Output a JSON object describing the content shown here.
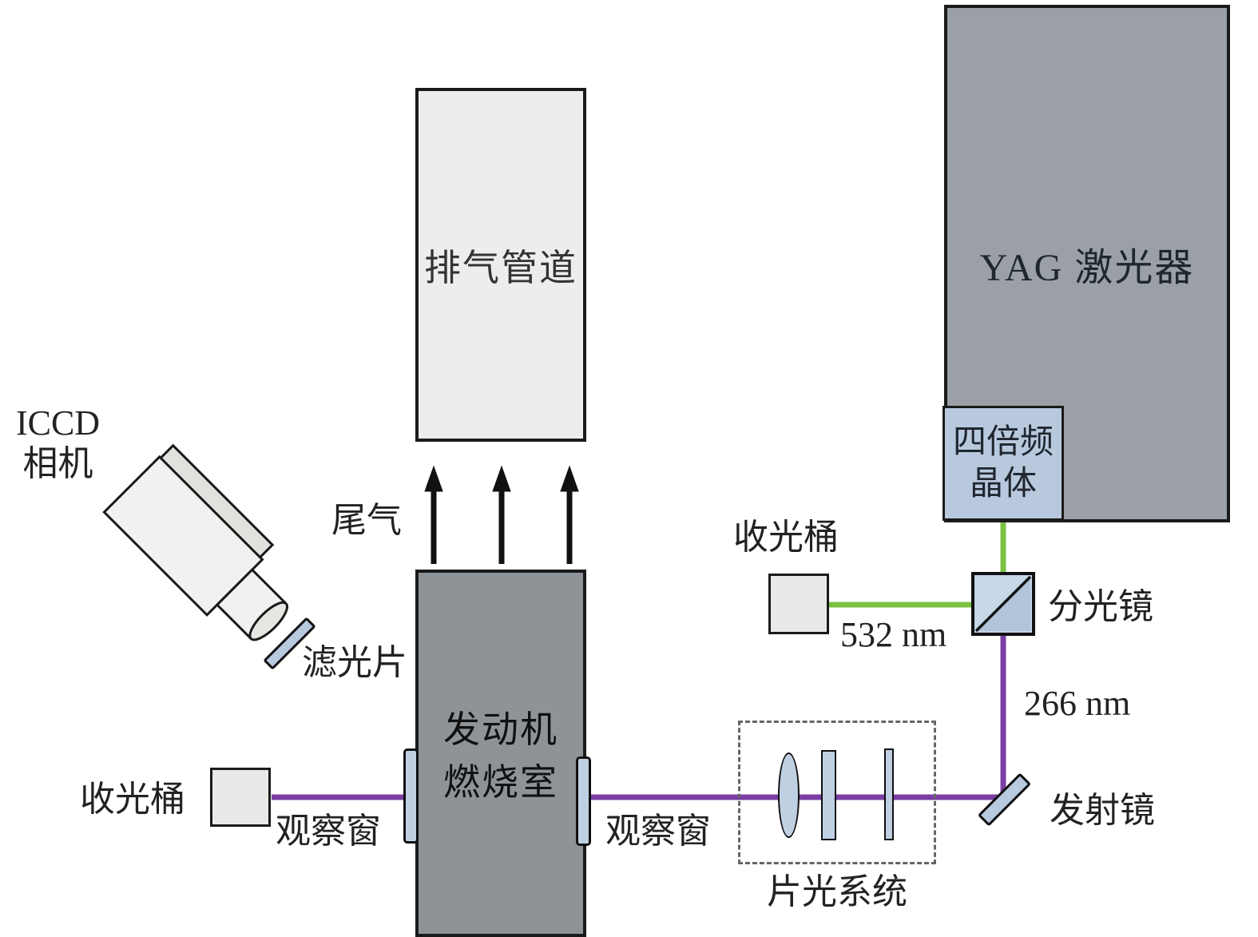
{
  "diagram": {
    "camera": {
      "label_line1": "ICCD",
      "label_line2": "相机"
    },
    "filter": {
      "label": "滤光片"
    },
    "exhaust_pipe": {
      "label": "排气管道"
    },
    "exhaust_gas": {
      "label": "尾气"
    },
    "combustion_chamber": {
      "label_line1": "发动机",
      "label_line2": "燃烧室"
    },
    "beam_dump_left": {
      "label": "收光桶"
    },
    "window_left": {
      "label": "观察窗"
    },
    "window_right": {
      "label": "观察窗"
    },
    "sheet_optics": {
      "label": "片光系统"
    },
    "turning_mirror": {
      "label": "发射镜"
    },
    "beam_uv": {
      "label": "266 nm"
    },
    "beam_splitter": {
      "label": "分光镜"
    },
    "beam_green": {
      "label": "532 nm"
    },
    "beam_dump_right": {
      "label": "收光桶"
    },
    "crystal": {
      "label_line1": "四倍频",
      "label_line2": "晶体"
    },
    "yag_laser": {
      "label": "YAG 激光器"
    },
    "colors": {
      "beam_uv": "#7b3fa4",
      "beam_green": "#7cc143",
      "arrow": "#111111",
      "optic_fill": "#c0d0e3",
      "laser_fill": "#9aa0a6",
      "chamber_fill": "#8e9398",
      "pipe_fill": "#ededeb",
      "dump_fill": "#e9e9e7"
    }
  }
}
